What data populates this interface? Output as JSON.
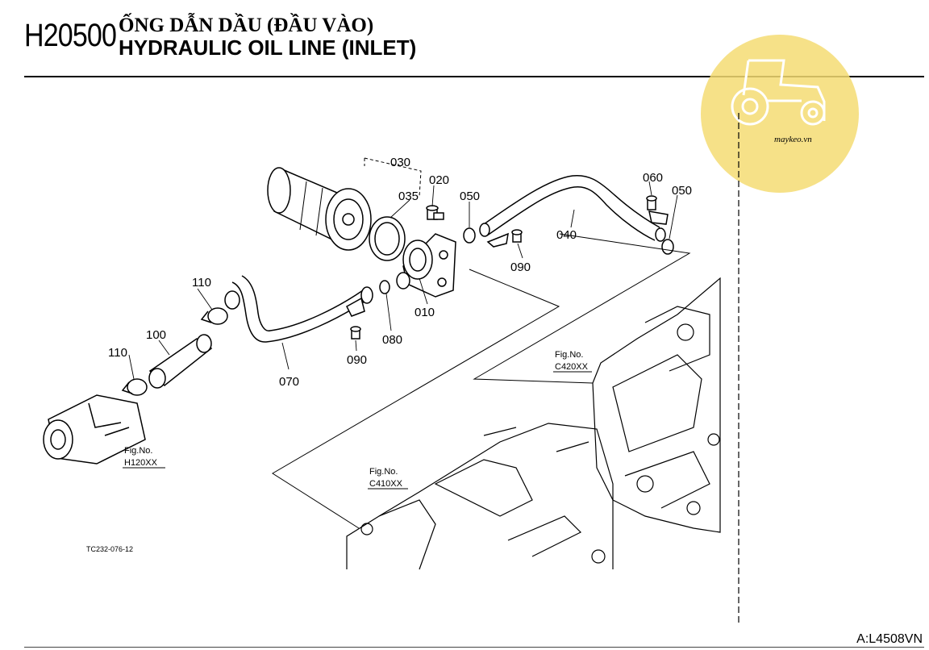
{
  "header": {
    "code": "H20500",
    "title_vi": "ỐNG DẪN DẦU (ĐẦU VÀO)",
    "title_en": "HYDRAULIC OIL LINE (INLET)"
  },
  "logo": {
    "text": "maykeo.vn",
    "color": "#f5dc73"
  },
  "parts": {
    "p030": "030",
    "p020": "020",
    "p035": "035",
    "p050a": "050",
    "p060": "060",
    "p050b": "050",
    "p040": "040",
    "p090a": "090",
    "p110a": "110",
    "p010": "010",
    "p080": "080",
    "p090b": "090",
    "p100": "100",
    "p110b": "110",
    "p070": "070"
  },
  "fig_refs": {
    "ref_c420": {
      "label": "Fig.No.",
      "code": "C420XX"
    },
    "ref_h120": {
      "label": "Fig.No.",
      "code": "H120XX"
    },
    "ref_c410": {
      "label": "Fig.No.",
      "code": "C410XX"
    }
  },
  "illustration_code": "TC232-076-12",
  "drawing_number": "A:L4508VN"
}
